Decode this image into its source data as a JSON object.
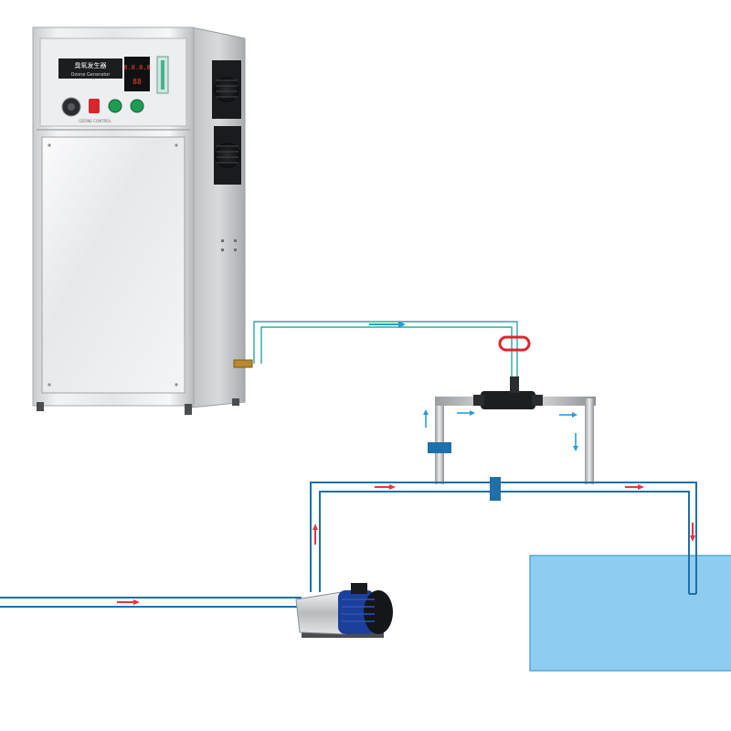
{
  "generator": {
    "title_cn": "臭氧发生器",
    "title_en": "Ozone Generator",
    "display_value": "8.8.8.8",
    "display_value_2": "88",
    "panel_caption": "OZONE CONTROL"
  },
  "colors": {
    "water_tank": "#8ecdf1",
    "tank_border": "#5ba6d6",
    "water_pipe": "#1f6fa8",
    "ozone_pipe": "#2aa9a0",
    "flow_arrow_red": "#e8343e",
    "flow_arrow_blue": "#2a9ad8",
    "valve_red": "#e0242c",
    "pump_motor": "#1d3f9c",
    "cabinet_steel": "#d9dbdd"
  },
  "icons": {
    "flow_red": "arrow-right-icon",
    "flow_blue": "arrow-right-icon",
    "valve": "valve-icon",
    "fan": "fan-icon"
  }
}
